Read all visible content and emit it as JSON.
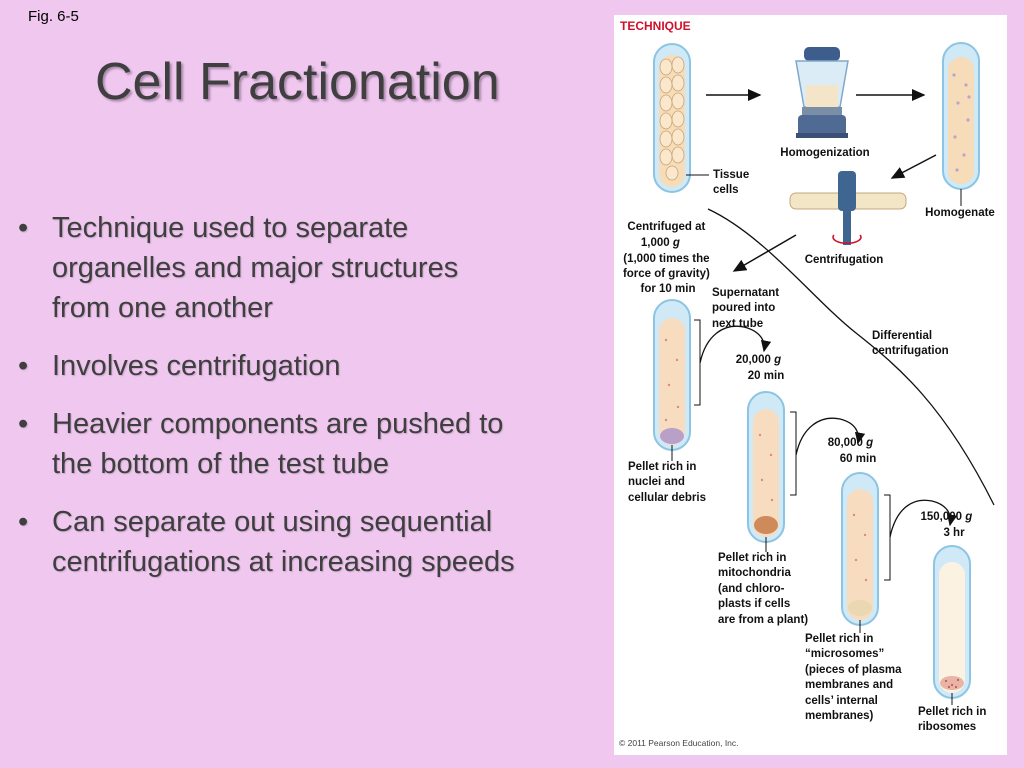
{
  "slide": {
    "fig_label": "Fig. 6-5",
    "title": "Cell Fractionation",
    "bullets": [
      {
        "line1": "Technique used to separate",
        "line2": "organelles and major structures",
        "line3": "from one another"
      },
      {
        "line1": "Involves centrifugation"
      },
      {
        "line1": "Heavier components are pushed to",
        "line2": "the bottom of the test tube"
      },
      {
        "line1": "Can separate out using sequential",
        "line2": "centrifugations at increasing speeds"
      }
    ],
    "bullet_char": "•"
  },
  "figure": {
    "header": "TECHNIQUE",
    "tissue_cells": [
      "Tissue",
      "cells"
    ],
    "homogenization": "Homogenization",
    "homogenate": "Homogenate",
    "centrifugation": "Centrifugation",
    "centrifuged": [
      "Centrifuged at",
      "1,000 ",
      "g",
      "(1,000 times the",
      "force of gravity)",
      "for 10 min"
    ],
    "supernatant": [
      "Supernatant",
      "poured into",
      "next tube"
    ],
    "differential": [
      "Differential",
      "centrifugation"
    ],
    "step2": [
      "20,000 ",
      "g",
      "20 min"
    ],
    "step3": [
      "80,000 ",
      "g",
      "60 min"
    ],
    "step4": [
      "150,000 ",
      "g",
      "3 hr"
    ],
    "pellet1": [
      "Pellet rich in",
      "nuclei and",
      "cellular debris"
    ],
    "pellet2": [
      "Pellet rich in",
      "mitochondria",
      "(and chloro-",
      "plasts if cells",
      "are from a plant)"
    ],
    "pellet3": [
      "Pellet rich in",
      "“microsomes”",
      "(pieces of plasma",
      "membranes and",
      "cells’ internal",
      "membranes)"
    ],
    "pellet4": [
      "Pellet rich in",
      "ribosomes"
    ],
    "copyright": "© 2011 Pearson Education, Inc."
  },
  "colors": {
    "background": "#efc7ef",
    "text": "#3f3f3f",
    "technique": "#d0102a",
    "tube_liquid": "#f8dcc0",
    "tube_glass": "#cfe9f7"
  },
  "icons": [
    "blender-icon",
    "centrifuge-icon",
    "arrow-icon"
  ]
}
